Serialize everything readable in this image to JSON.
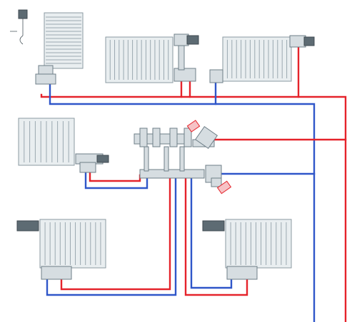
{
  "diagram": {
    "colors": {
      "supply": "#e5232b",
      "return": "#2f56c9",
      "radiator": "#e9eef0",
      "metal": "#d6dde1",
      "outline": "#6f7f88"
    },
    "components": [
      {
        "kind": "towel-radiator",
        "count": 1
      },
      {
        "kind": "panel-radiator",
        "count": 5
      },
      {
        "kind": "manifold",
        "count": 1
      },
      {
        "kind": "mixing-pump-group",
        "count": 1
      },
      {
        "kind": "riser-pipes",
        "count": 2
      }
    ]
  }
}
